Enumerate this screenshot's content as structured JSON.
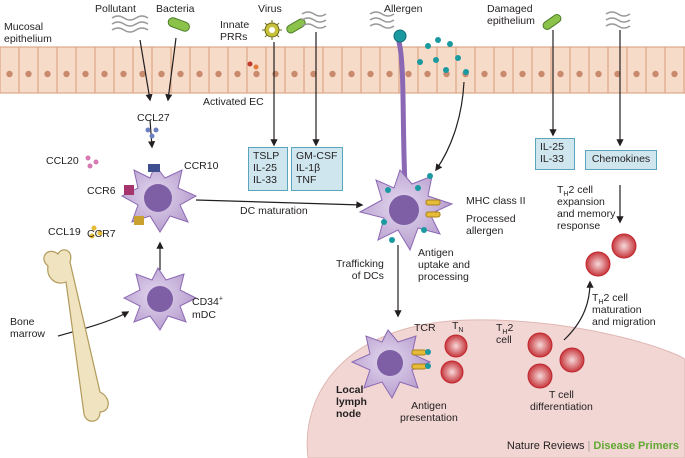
{
  "labels": {
    "pollutant": "Pollutant",
    "bacteria": "Bacteria",
    "virus": "Virus",
    "innate_prrs": "Innate\nPRRs",
    "mucosal_epithelium": "Mucosal\nepithelium",
    "allergen": "Allergen",
    "damaged_epithelium": "Damaged\nepithelium",
    "activated_ec": "Activated EC",
    "ccl27": "CCL27",
    "ccl20": "CCL20",
    "ccr10": "CCR10",
    "ccr6": "CCR6",
    "ccl19": "CCL19",
    "ccr7": "CCR7",
    "dc_maturation": "DC maturation",
    "cd34_mdc_main": "CD34",
    "cd34_mdc_sup": "+",
    "cd34_mdc_line2": "mDC",
    "bone_marrow": "Bone\nmarrow",
    "mhc_class_ii": "MHC class II",
    "processed_allergen": "Processed\nallergen",
    "antigen_uptake": "Antigen\nuptake and\nprocessing",
    "trafficking_dcs": "Trafficking\nof DCs",
    "th2_expansion_pre": "T",
    "th2_expansion_sub": "H",
    "th2_expansion_post": "2 cell\nexpansion\nand memory\nresponse",
    "th2_maturation_pre": "T",
    "th2_maturation_sub": "H",
    "th2_maturation_post": "2 cell\nmaturation\nand migration",
    "th2_cell_pre": "T",
    "th2_cell_sub": "H",
    "th2_cell_post": "2\ncell",
    "tcr": "TCR",
    "tn_main": "T",
    "tn_sub": "N",
    "t_cell_differentiation": "T cell\ndifferentiation",
    "local_lymph_node": "Local\nlymph\nnode",
    "antigen_presentation": "Antigen\npresentation"
  },
  "boxes": {
    "cytokines_1": [
      "TSLP",
      "IL-25",
      "IL-33"
    ],
    "cytokines_2": [
      "GM-CSF",
      "IL-1β",
      "TNF"
    ],
    "cytokines_3": [
      "IL-25",
      "IL-33"
    ],
    "chemokines": [
      "Chemokines"
    ]
  },
  "footer": {
    "publisher": "Nature Reviews",
    "separator": "|",
    "journal": "Disease Primers"
  },
  "colors": {
    "epithelium_fill": "#f3d5bf",
    "epithelium_border": "#d69a78",
    "nucleus": "#c98a6e",
    "dc_body": "#c9b6dc",
    "dc_nucleus": "#7e5fa6",
    "box_fill": "#cfe6ee",
    "box_border": "#5aa4bd",
    "lymph_node": "#f1d6d3",
    "t_cell": "#c1272d",
    "allergen": "#1a9aa0",
    "bacteria": "#8bc34a",
    "virus": "#c8c23a",
    "brand_green": "#5fa932"
  }
}
